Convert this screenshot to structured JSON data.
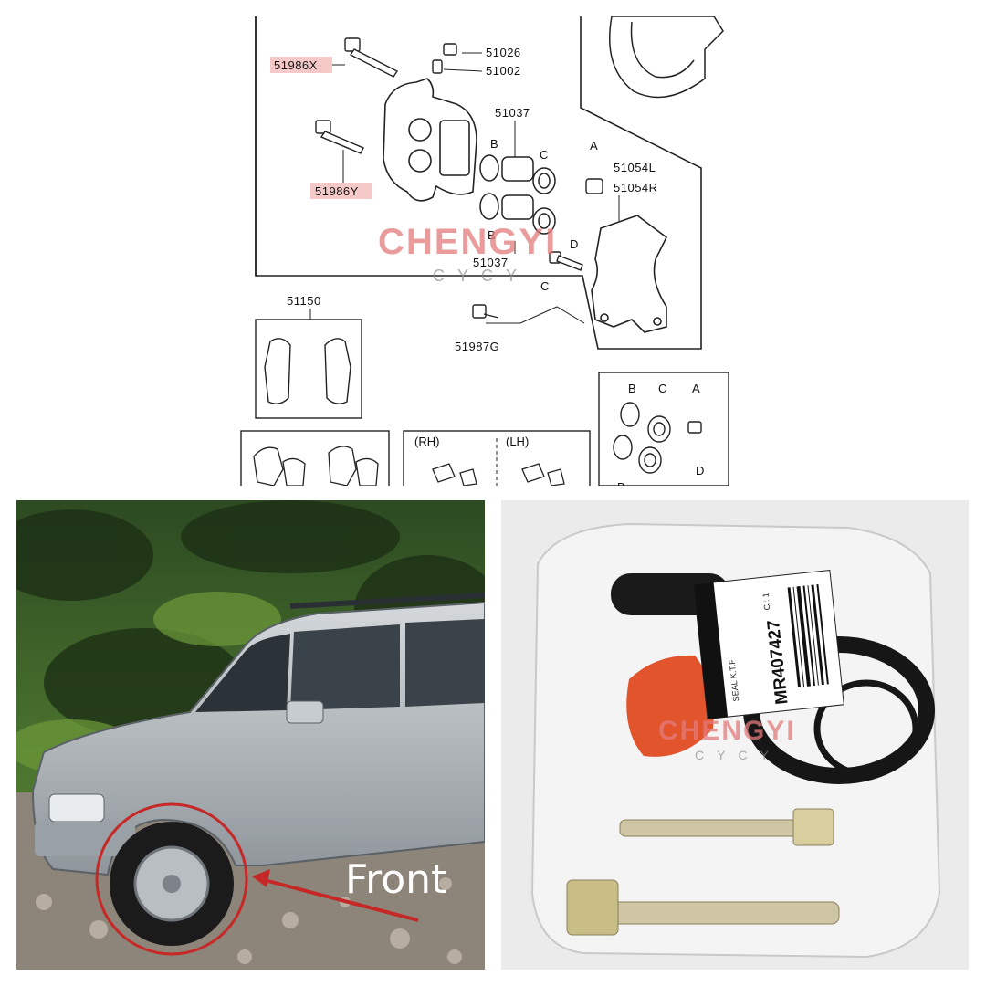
{
  "diagram": {
    "part_numbers": {
      "p51986x": "51986X",
      "p51986y": "51986Y",
      "p51026": "51026",
      "p51002": "51002",
      "p51037_top": "51037",
      "p51037_bottom": "51037",
      "p51054l": "51054L",
      "p51054r": "51054R",
      "p51150": "51150",
      "p51987g": "51987G"
    },
    "callouts": {
      "b_top": "B",
      "b_mid": "B",
      "c_top": "C",
      "c_mid": "C",
      "a_top": "A",
      "d_mid": "D",
      "b_box": "B",
      "c_box": "C",
      "a_box": "A",
      "d_box": "D",
      "b_box_bottom": "B"
    },
    "side_labels": {
      "rh": "(RH)",
      "lh": "(LH)"
    },
    "highlight_color": "#f6c9c9"
  },
  "watermark": {
    "main": "CHENGYI",
    "sub": "CYCY"
  },
  "car_photo": {
    "label": "Front",
    "circle_color": "#c62828"
  },
  "kit_photo": {
    "barcode_number": "MR407427",
    "label_qty": "C/: 1",
    "label_small": "SEAL  K.T.F"
  }
}
